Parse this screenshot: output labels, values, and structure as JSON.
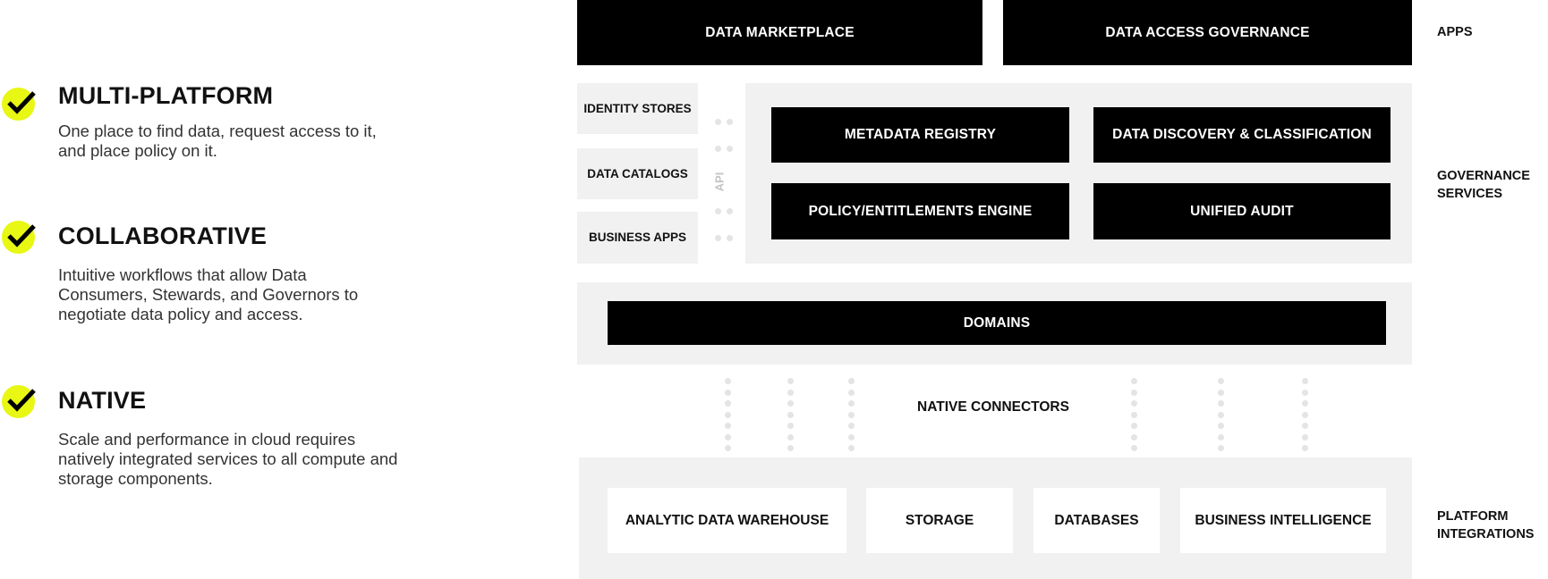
{
  "features": [
    {
      "title": "MULTI-PLATFORM",
      "description": "One place to find data, request access to it, and place policy on it."
    },
    {
      "title": "COLLABORATIVE",
      "description": "Intuitive workflows that allow Data Consumers, Stewards, and Governors to negotiate data policy and access."
    },
    {
      "title": "NATIVE",
      "description": "Scale and performance in cloud requires natively integrated services to all compute and storage components."
    }
  ],
  "diagram": {
    "apps": {
      "boxes": [
        "DATA MARKETPLACE",
        "DATA ACCESS GOVERNANCE"
      ],
      "label": "APPS"
    },
    "governance": {
      "sources": [
        "IDENTITY STORES",
        "DATA CATALOGS",
        "BUSINESS APPS"
      ],
      "api_label": "API",
      "services": [
        "METADATA REGISTRY",
        "DATA DISCOVERY & CLASSIFICATION",
        "POLICY/ENTITLEMENTS ENGINE",
        "UNIFIED AUDIT"
      ],
      "label_line1": "GOVERNANCE",
      "label_line2": "SERVICES"
    },
    "domains": "DOMAINS",
    "native_connectors": "NATIVE CONNECTORS",
    "platform": {
      "boxes": [
        "ANALYTIC DATA WAREHOUSE",
        "STORAGE",
        "DATABASES",
        "BUSINESS INTELLIGENCE"
      ],
      "label_line1": "PLATFORM",
      "label_line2": "INTEGRATIONS"
    }
  },
  "colors": {
    "accent": "#e8f713",
    "black": "#000000",
    "panel": "#f1f1f1"
  }
}
